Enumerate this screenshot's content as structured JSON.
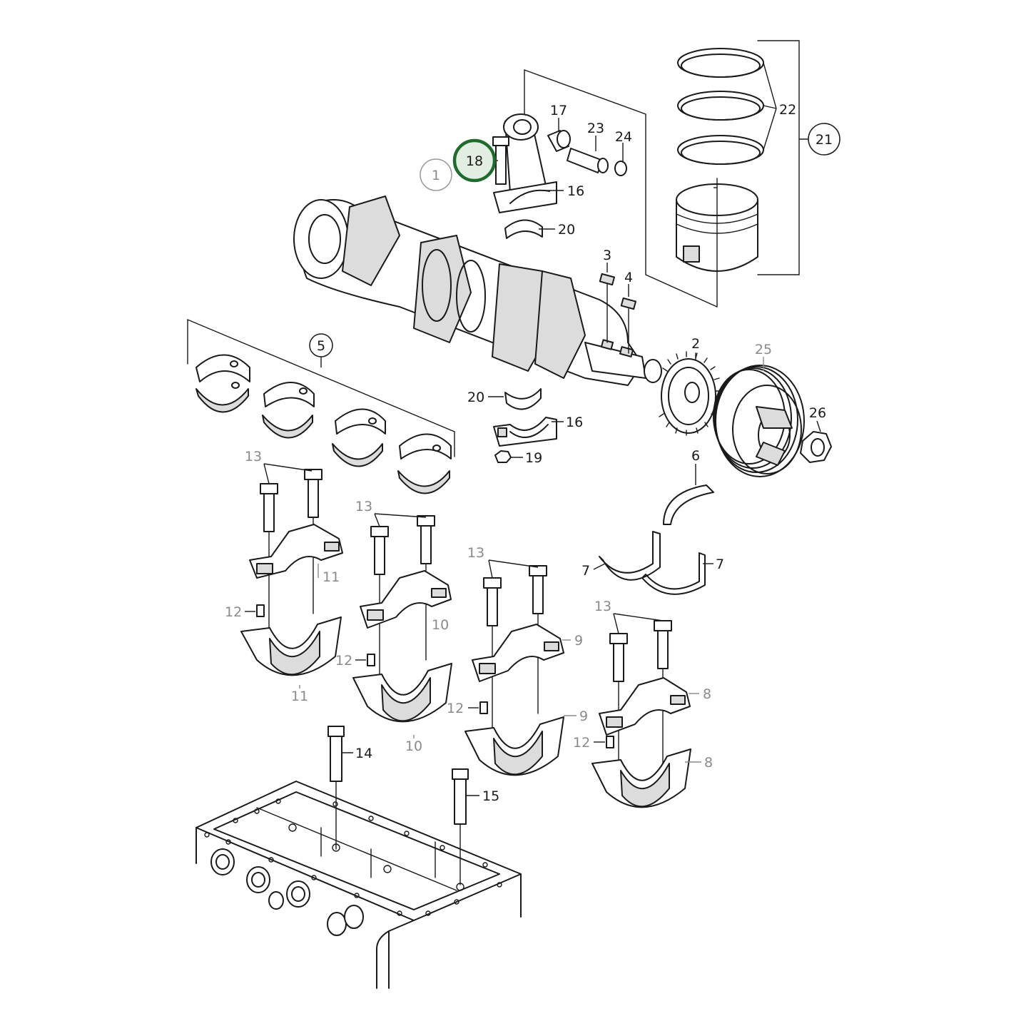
{
  "colors": {
    "selected_ring": "#1f6b2e",
    "selected_fill": "#e3eee3",
    "grey_label": "#8a8a8a",
    "line": "#1a1a1a"
  },
  "selected_callout": "18",
  "callouts": {
    "c1": "1",
    "c2": "2",
    "c3": "3",
    "c4": "4",
    "c5": "5",
    "c6": "6",
    "c7a": "7",
    "c7b": "7",
    "c8a": "8",
    "c8b": "8",
    "c9a": "9",
    "c9b": "9",
    "c10a": "10",
    "c10b": "10",
    "c11a": "11",
    "c11b": "11",
    "c12a": "12",
    "c12b": "12",
    "c12c": "12",
    "c12d": "12",
    "c13a": "13",
    "c13b": "13",
    "c13c": "13",
    "c13d": "13",
    "c14": "14",
    "c15": "15",
    "c16a": "16",
    "c16b": "16",
    "c17": "17",
    "c18": "18",
    "c19": "19",
    "c20a": "20",
    "c20b": "20",
    "c21": "21",
    "c22": "22",
    "c23": "23",
    "c24": "24",
    "c25": "25",
    "c26": "26"
  }
}
